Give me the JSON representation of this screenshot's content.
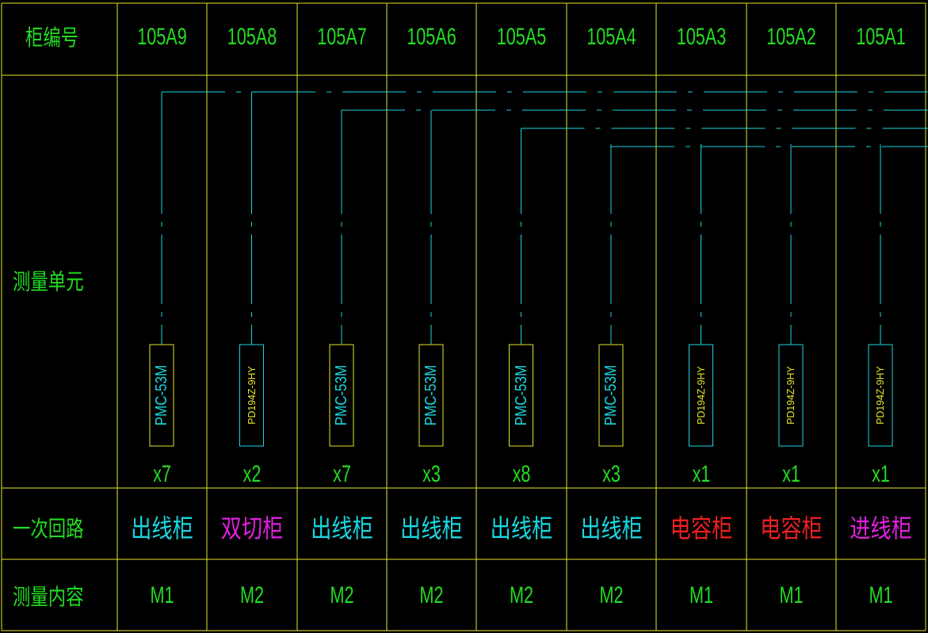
{
  "row_labels": {
    "cabinet_no": "柜编号",
    "measure_unit": "测量单元",
    "primary_circuit": "一次回路",
    "measure_content": "测量内容"
  },
  "colors": {
    "grid": "#e6e62a",
    "label_green": "#22dd22",
    "wire_cyan": "#18d8e0",
    "meter_yellow": "#e6e62a",
    "magenta": "#e020e0",
    "red": "#ee2020"
  },
  "cabinets": [
    {
      "id": "105A9",
      "meter": "PMC-53M",
      "meter_box_color": "#e6e62a",
      "meter_text_color": "#18d8e0",
      "count": "x7",
      "type": "出线柜",
      "type_color": "#18d8e0",
      "content": "M1",
      "bus": 0
    },
    {
      "id": "105A8",
      "meter": "PD194Z-9HY",
      "meter_box_color": "#18d8e0",
      "meter_text_color": "#e6e62a",
      "count": "x2",
      "type": "双切柜",
      "type_color": "#e020e0",
      "content": "M2",
      "bus": 0
    },
    {
      "id": "105A7",
      "meter": "PMC-53M",
      "meter_box_color": "#e6e62a",
      "meter_text_color": "#18d8e0",
      "count": "x7",
      "type": "出线柜",
      "type_color": "#18d8e0",
      "content": "M2",
      "bus": 1
    },
    {
      "id": "105A6",
      "meter": "PMC-53M",
      "meter_box_color": "#e6e62a",
      "meter_text_color": "#18d8e0",
      "count": "x3",
      "type": "出线柜",
      "type_color": "#18d8e0",
      "content": "M2",
      "bus": 1
    },
    {
      "id": "105A5",
      "meter": "PMC-53M",
      "meter_box_color": "#e6e62a",
      "meter_text_color": "#18d8e0",
      "count": "x8",
      "type": "出线柜",
      "type_color": "#18d8e0",
      "content": "M2",
      "bus": 2
    },
    {
      "id": "105A4",
      "meter": "PMC-53M",
      "meter_box_color": "#e6e62a",
      "meter_text_color": "#18d8e0",
      "count": "x3",
      "type": "出线柜",
      "type_color": "#18d8e0",
      "content": "M2",
      "bus": 3
    },
    {
      "id": "105A3",
      "meter": "PD194Z-9HY",
      "meter_box_color": "#18d8e0",
      "meter_text_color": "#e6e62a",
      "count": "x1",
      "type": "电容柜",
      "type_color": "#ee2020",
      "content": "M1",
      "bus": 3
    },
    {
      "id": "105A2",
      "meter": "PD194Z-9HY",
      "meter_box_color": "#18d8e0",
      "meter_text_color": "#e6e62a",
      "count": "x1",
      "type": "电容柜",
      "type_color": "#ee2020",
      "content": "M1",
      "bus": 3
    },
    {
      "id": "105A1",
      "meter": "PD194Z-9HY",
      "meter_box_color": "#18d8e0",
      "meter_text_color": "#e6e62a",
      "count": "x1",
      "type": "进线柜",
      "type_color": "#e020e0",
      "content": "M1",
      "bus": 3
    }
  ]
}
